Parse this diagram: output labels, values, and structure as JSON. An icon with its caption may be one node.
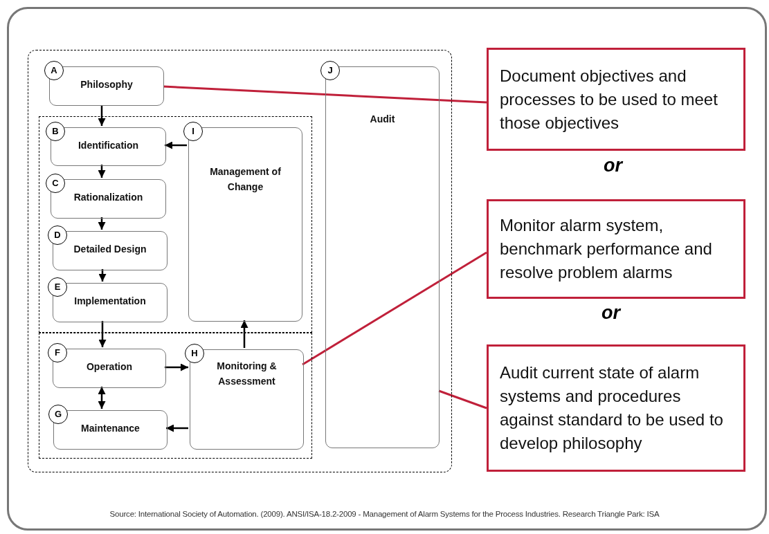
{
  "diagram": {
    "caption": "Source: International Society of Automation. (2009). ANSI/ISA-18.2-2009 - Management of Alarm Systems for the Process Industries. Research Triangle Park: ISA",
    "nodes": [
      {
        "text": [],
        "shape": "box"
      },
      {
        "text": [
          "A",
          "Philosophy"
        ],
        "in": 0
      },
      {
        "text": [],
        "shape": "box",
        "in": 0
      },
      {
        "text": [
          "B",
          "Identification"
        ],
        "in": 2
      },
      {
        "text": [
          "C",
          "Rationalization"
        ],
        "in": 2
      },
      {
        "text": [
          "D",
          "Detailed Design"
        ],
        "in": 2
      },
      {
        "text": [
          "E",
          "Implementation"
        ],
        "in": 2
      },
      {
        "text": [
          "I",
          "Management of Change"
        ],
        "in": 2
      },
      {
        "text": [],
        "shape": "box",
        "in": 0
      },
      {
        "text": [
          "F",
          "Operation"
        ],
        "in": 8
      },
      {
        "text": [
          "G",
          "Maintenance"
        ],
        "in": 8
      },
      {
        "text": [
          "H",
          "Monitoring & Assessment"
        ],
        "in": 8
      },
      {
        "text": [
          "J",
          "Audit"
        ],
        "in": 0
      },
      {
        "text": [
          "Document objectives and processes to be used to meet those objectives"
        ]
      },
      {
        "text": [
          "Monitor alarm system, benchmark performance and resolve problem alarms"
        ]
      },
      {
        "text": [
          "Audit current state of alarm systems and procedures against standard to be used to develop philosophy"
        ]
      }
    ],
    "edges": [
      {
        "from": 1,
        "to": 3,
        "arrow": "to"
      },
      {
        "from": 3,
        "to": 4,
        "arrow": "to"
      },
      {
        "from": 4,
        "to": 5,
        "arrow": "to"
      },
      {
        "from": 5,
        "to": 6,
        "arrow": "to"
      },
      {
        "from": 7,
        "to": 3,
        "arrow": "to"
      },
      {
        "from": 6,
        "to": 9,
        "arrow": "to"
      },
      {
        "from": 9,
        "to": 11,
        "arrow": "to"
      },
      {
        "from": 9,
        "to": 10,
        "arrow": "both"
      },
      {
        "from": 11,
        "to": 10,
        "arrow": "to"
      },
      {
        "from": 11,
        "to": 7,
        "arrow": "to"
      },
      {
        "from": 13,
        "to": 1,
        "arrow": "none",
        "color": "#c0203a"
      },
      {
        "from": 14,
        "to": 11,
        "arrow": "none",
        "color": "#c0203a"
      },
      {
        "from": 15,
        "to": 12,
        "arrow": "none",
        "color": "#c0203a"
      }
    ],
    "labels": [
      "or",
      "or"
    ]
  }
}
